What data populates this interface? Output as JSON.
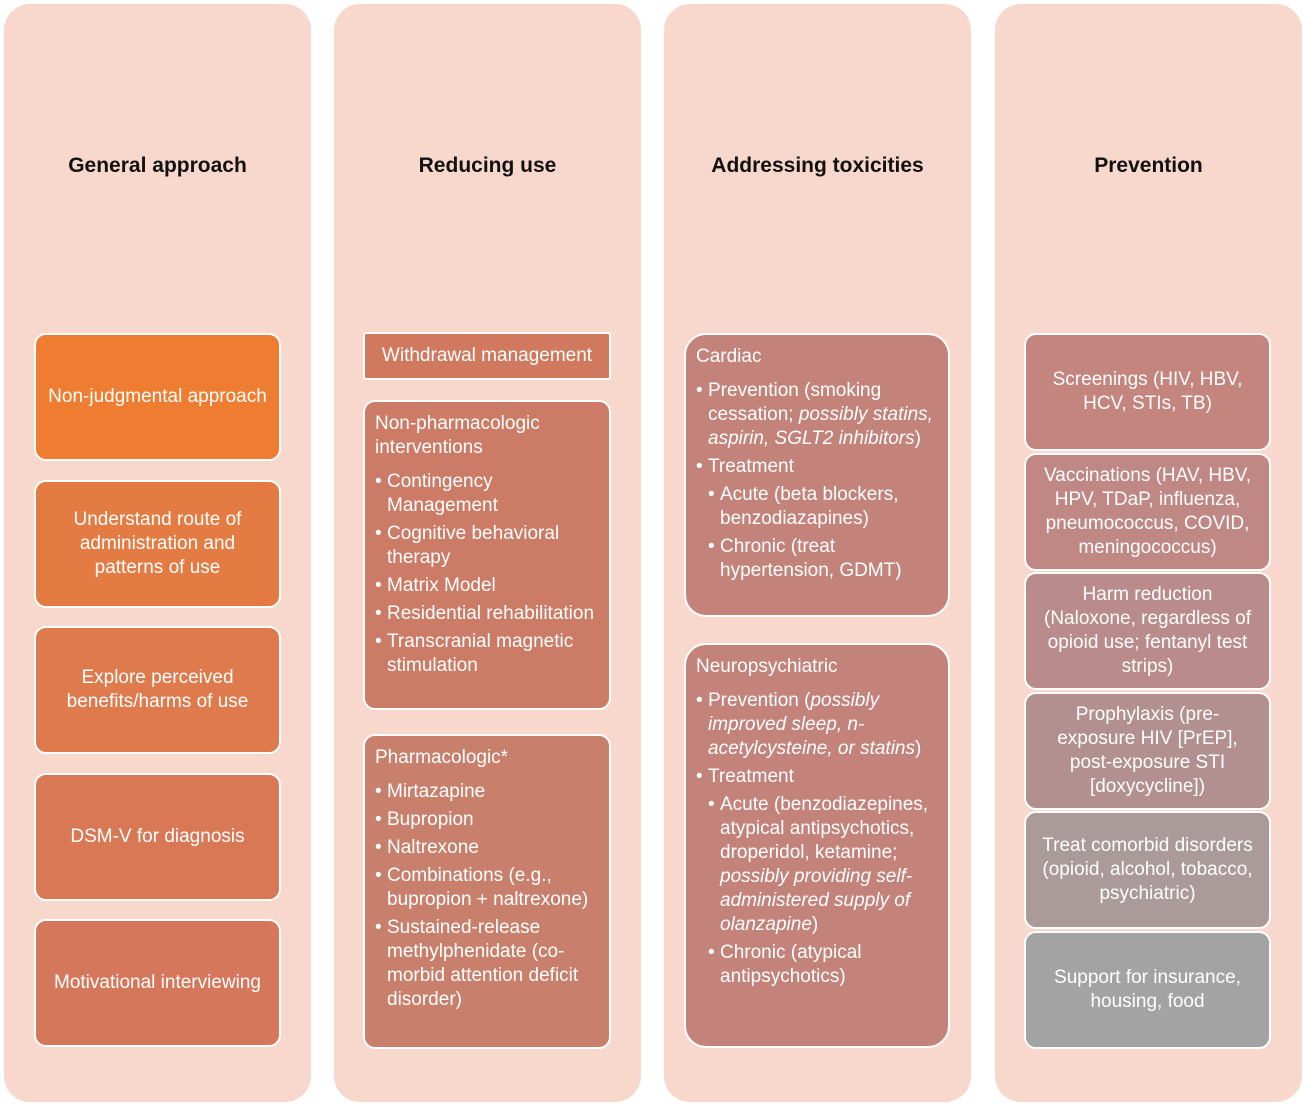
{
  "columns": {
    "general": {
      "title": "General approach",
      "items": [
        "Non-judgmental approach",
        "Understand route of administration and patterns of use",
        "Explore perceived benefits/harms of use",
        "DSM-V for diagnosis",
        "Motivational interviewing"
      ]
    },
    "reducing": {
      "title": "Reducing use",
      "withdrawal": "Withdrawal management",
      "nonpharm": {
        "head": "Non-pharmacologic interventions",
        "items": [
          "Contingency Management",
          "Cognitive behavioral therapy",
          "Matrix Model",
          "Residential rehabilitation",
          "Transcranial magnetic stimulation"
        ]
      },
      "pharm": {
        "head": "Pharmacologic*",
        "items": [
          "Mirtazapine",
          "Bupropion",
          "Naltrexone",
          "Combinations (e.g., bupropion + naltrexone)",
          "Sustained-release methylphenidate (co-morbid attention deficit disorder)"
        ]
      }
    },
    "toxicities": {
      "title": "Addressing toxicities",
      "cardiac": {
        "head": "Cardiac",
        "prevention_prefix": "Prevention (smoking cessation; ",
        "prevention_italic": "possibly statins, aspirin, SGLT2 inhibitors",
        "prevention_suffix": ")",
        "treatment": "Treatment",
        "acute": "Acute (beta blockers, benzodiazapines)",
        "chronic": "Chronic (treat hypertension, GDMT)"
      },
      "neuro": {
        "head": "Neuropsychiatric",
        "prevention_prefix": "Prevention (",
        "prevention_italic": "possibly improved sleep, n-acetylcysteine, or statins",
        "prevention_suffix": ")",
        "treatment": "Treatment",
        "acute_prefix": "Acute (benzodiazepines, atypical antipsychotics, droperidol, ketamine; ",
        "acute_italic": "possibly providing self-administered supply of olanzapine",
        "acute_suffix": ")",
        "chronic": "Chronic (atypical antipsychotics)"
      }
    },
    "prevention": {
      "title": "Prevention",
      "items": [
        "Screenings (HIV, HBV, HCV, STIs, TB)",
        "Vaccinations (HAV, HBV, HPV, TDaP, influenza, pneumococcus, COVID, meningococcus)",
        "Harm reduction (Naloxone, regardless of opioid use; fentanyl test strips)",
        "Prophylaxis (pre-exposure HIV [PrEP], post-exposure STI [doxycycline])",
        "Treat comorbid disorders (opioid, alcohol, tobacco, psychiatric)",
        "Support for insurance, housing, food"
      ]
    }
  }
}
